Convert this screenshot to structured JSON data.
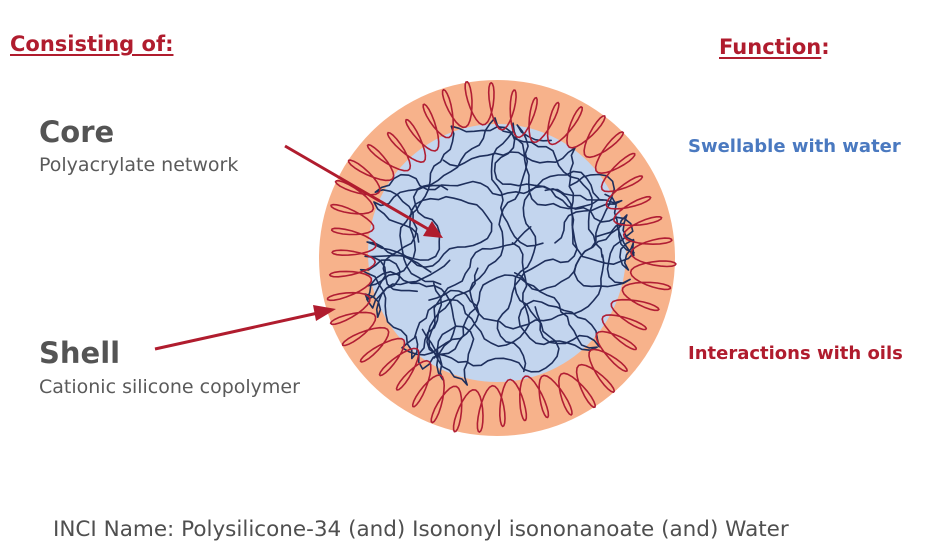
{
  "consisting_heading": "Consisting of:",
  "function_heading": {
    "text": "Function",
    "suffix": ":"
  },
  "core": {
    "title": "Core",
    "description": "Polyacrylate network"
  },
  "shell": {
    "title": "Shell",
    "description": "Cationic silicone copolymer"
  },
  "functions": {
    "core": "Swellable with water",
    "shell": "Interactions with oils"
  },
  "inci": "INCI Name:  Polysilicone-34 (and) Isononyl isononanoate (and) Water",
  "colors": {
    "heading_red": "#b01c2e",
    "swellable_blue": "#4a79c0",
    "oils_red": "#b01c2e",
    "shell_fill": "#f7b28b",
    "core_fill": "#c3d5ee",
    "network_line": "#1e2f5c",
    "shell_line": "#b11e34",
    "arrow": "#b01c2e"
  }
}
